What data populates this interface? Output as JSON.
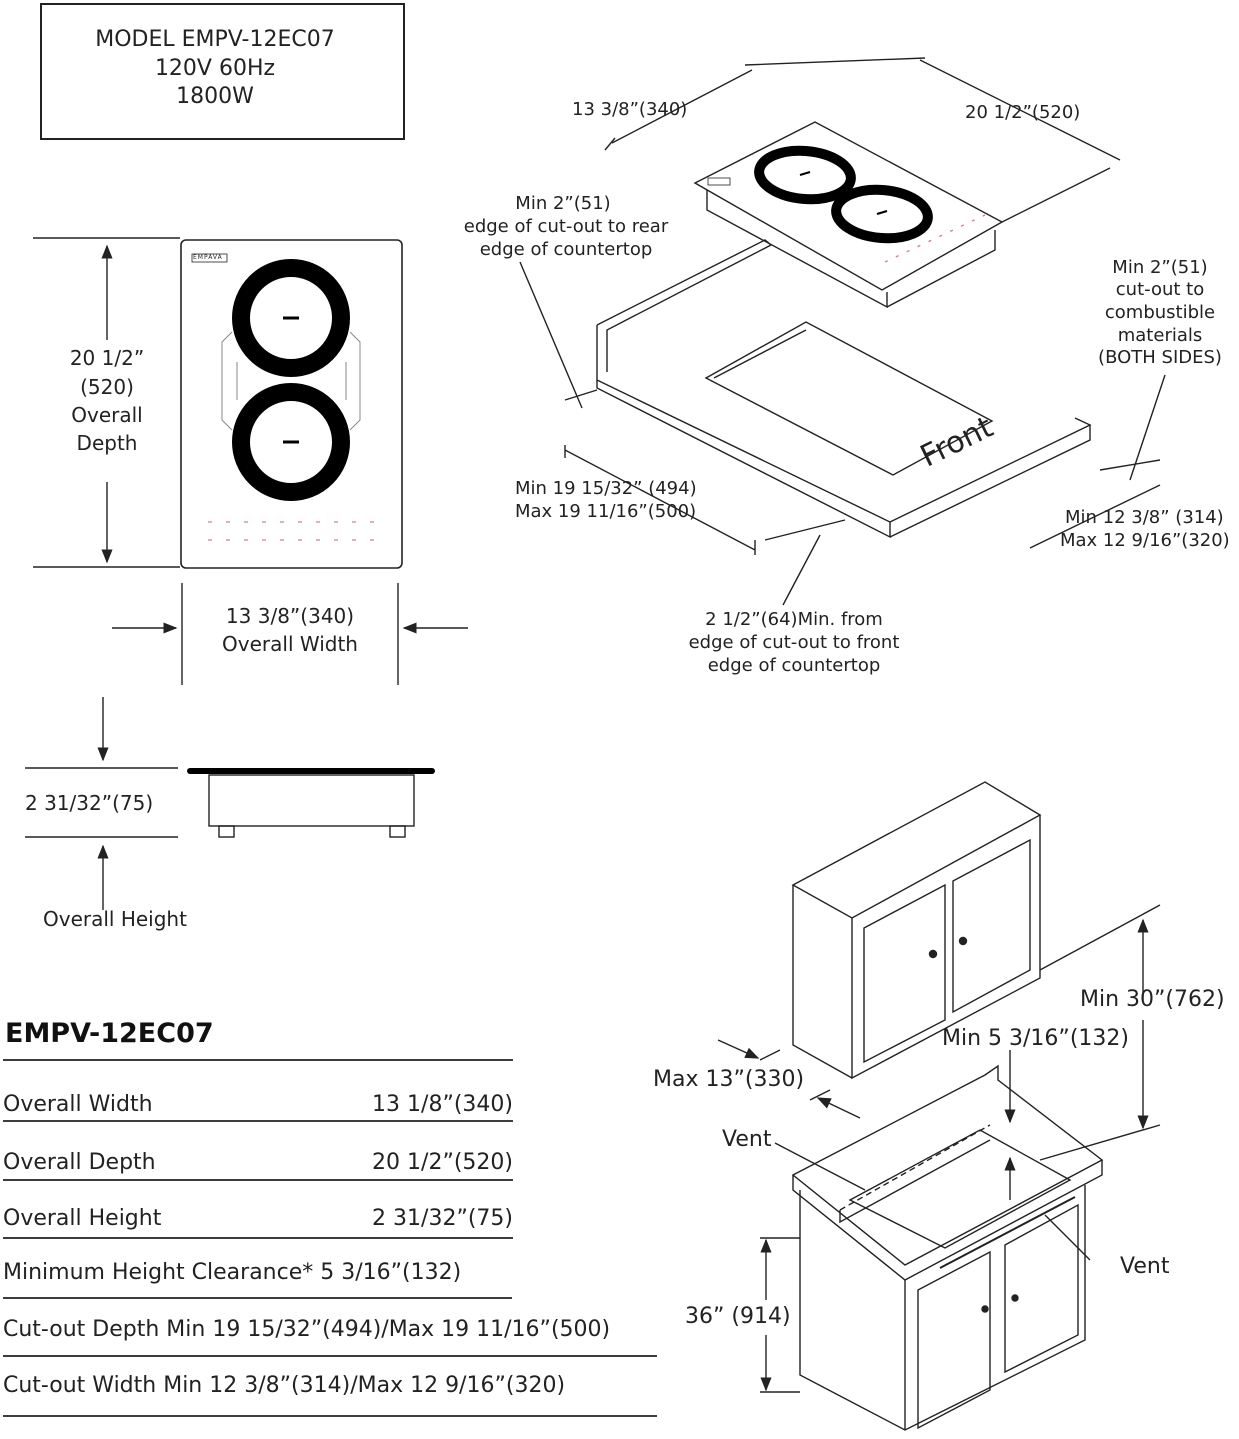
{
  "model_box": {
    "line1": "MODEL EMPV-12EC07",
    "line2": "120V   60Hz",
    "line3": "1800W"
  },
  "brand_logo": "EMPAVA",
  "top_view": {
    "depth_lines": [
      "20 1/2”",
      "(520)",
      "Overall",
      "Depth"
    ],
    "width_lines": [
      "13 3/8”(340)",
      "Overall Width"
    ]
  },
  "side_view": {
    "height_value": "2 31/32”(75)",
    "height_label": "Overall Height"
  },
  "iso_cutout": {
    "width_dim": "13 3/8”(340)",
    "depth_dim": "20 1/2”(520)",
    "rear_clearance": [
      "Min 2”(51)",
      "edge of cut-out to rear",
      "edge of countertop"
    ],
    "side_clearance": [
      "Min 2”(51)",
      "cut-out to",
      "combustible",
      "materials",
      "(BOTH SIDES)"
    ],
    "cutout_depth": [
      "Min 19 15/32” (494)",
      "Max 19 11/16”(500)"
    ],
    "cutout_width": [
      "Min 12 3/8” (314)",
      "Max 12 9/16”(320)"
    ],
    "front_clearance": [
      "2 1/2”(64)Min. from",
      "edge of cut-out to front",
      "edge of countertop"
    ],
    "front_label": "Front"
  },
  "cabinet": {
    "min_30": "Min 30”(762)",
    "min_5": "Min 5 3/16”(132)",
    "max_13": "Max 13”(330)",
    "vent_left": "Vent",
    "vent_right": "Vent",
    "counter_height": "36” (914)"
  },
  "spec_table": {
    "title": "EMPV-12EC07",
    "rows": [
      {
        "label": "Overall Width",
        "value": "13 1/8”(340)"
      },
      {
        "label": "Overall Depth",
        "value": "20 1/2”(520)"
      },
      {
        "label": "Overall Height",
        "value": "2 31/32”(75)"
      },
      {
        "label": "Minimum Height Clearance* 5 3/16”(132)"
      },
      {
        "label": "Cut-out Depth Min 19 15/32”(494)/Max 19 11/16”(500)"
      },
      {
        "label": "Cut-out Width Min 12 3/8”(314)/Max 12 9/16”(320)"
      }
    ]
  },
  "colors": {
    "line": "#222222",
    "control_accent": "#d88080"
  }
}
